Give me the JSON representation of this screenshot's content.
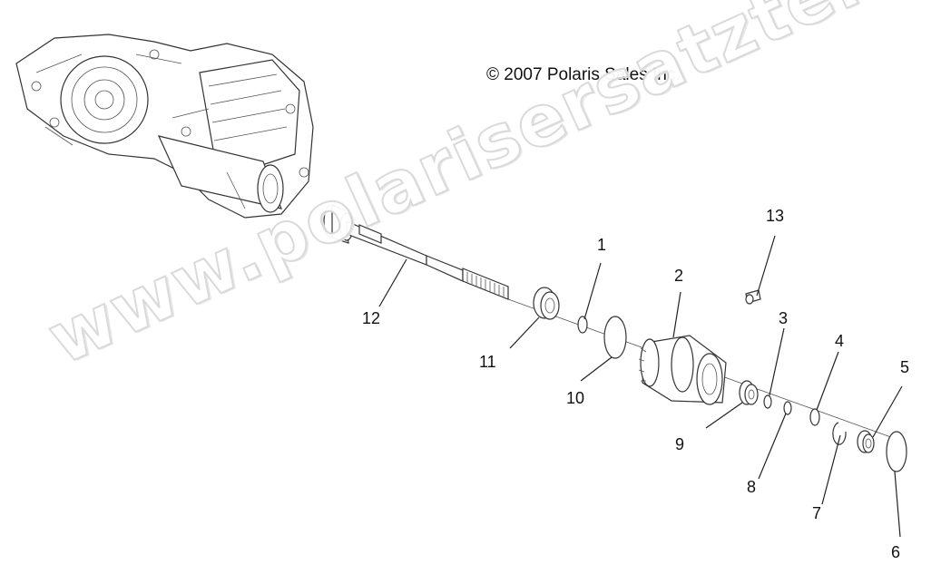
{
  "copyright": "© 2007 Polaris Sales Inc.",
  "watermark": "www.polarisersatzteile.de",
  "callouts": [
    {
      "id": "12",
      "label": "12"
    },
    {
      "id": "1",
      "label": "1"
    },
    {
      "id": "2",
      "label": "2"
    },
    {
      "id": "13",
      "label": "13"
    },
    {
      "id": "3",
      "label": "3"
    },
    {
      "id": "4",
      "label": "4"
    },
    {
      "id": "5",
      "label": "5"
    },
    {
      "id": "11",
      "label": "11"
    },
    {
      "id": "10",
      "label": "10"
    },
    {
      "id": "9",
      "label": "9"
    },
    {
      "id": "8",
      "label": "8"
    },
    {
      "id": "7",
      "label": "7"
    },
    {
      "id": "6",
      "label": "6"
    }
  ],
  "colors": {
    "line": "#222222",
    "watermark_outline": "#d9d9d9"
  }
}
